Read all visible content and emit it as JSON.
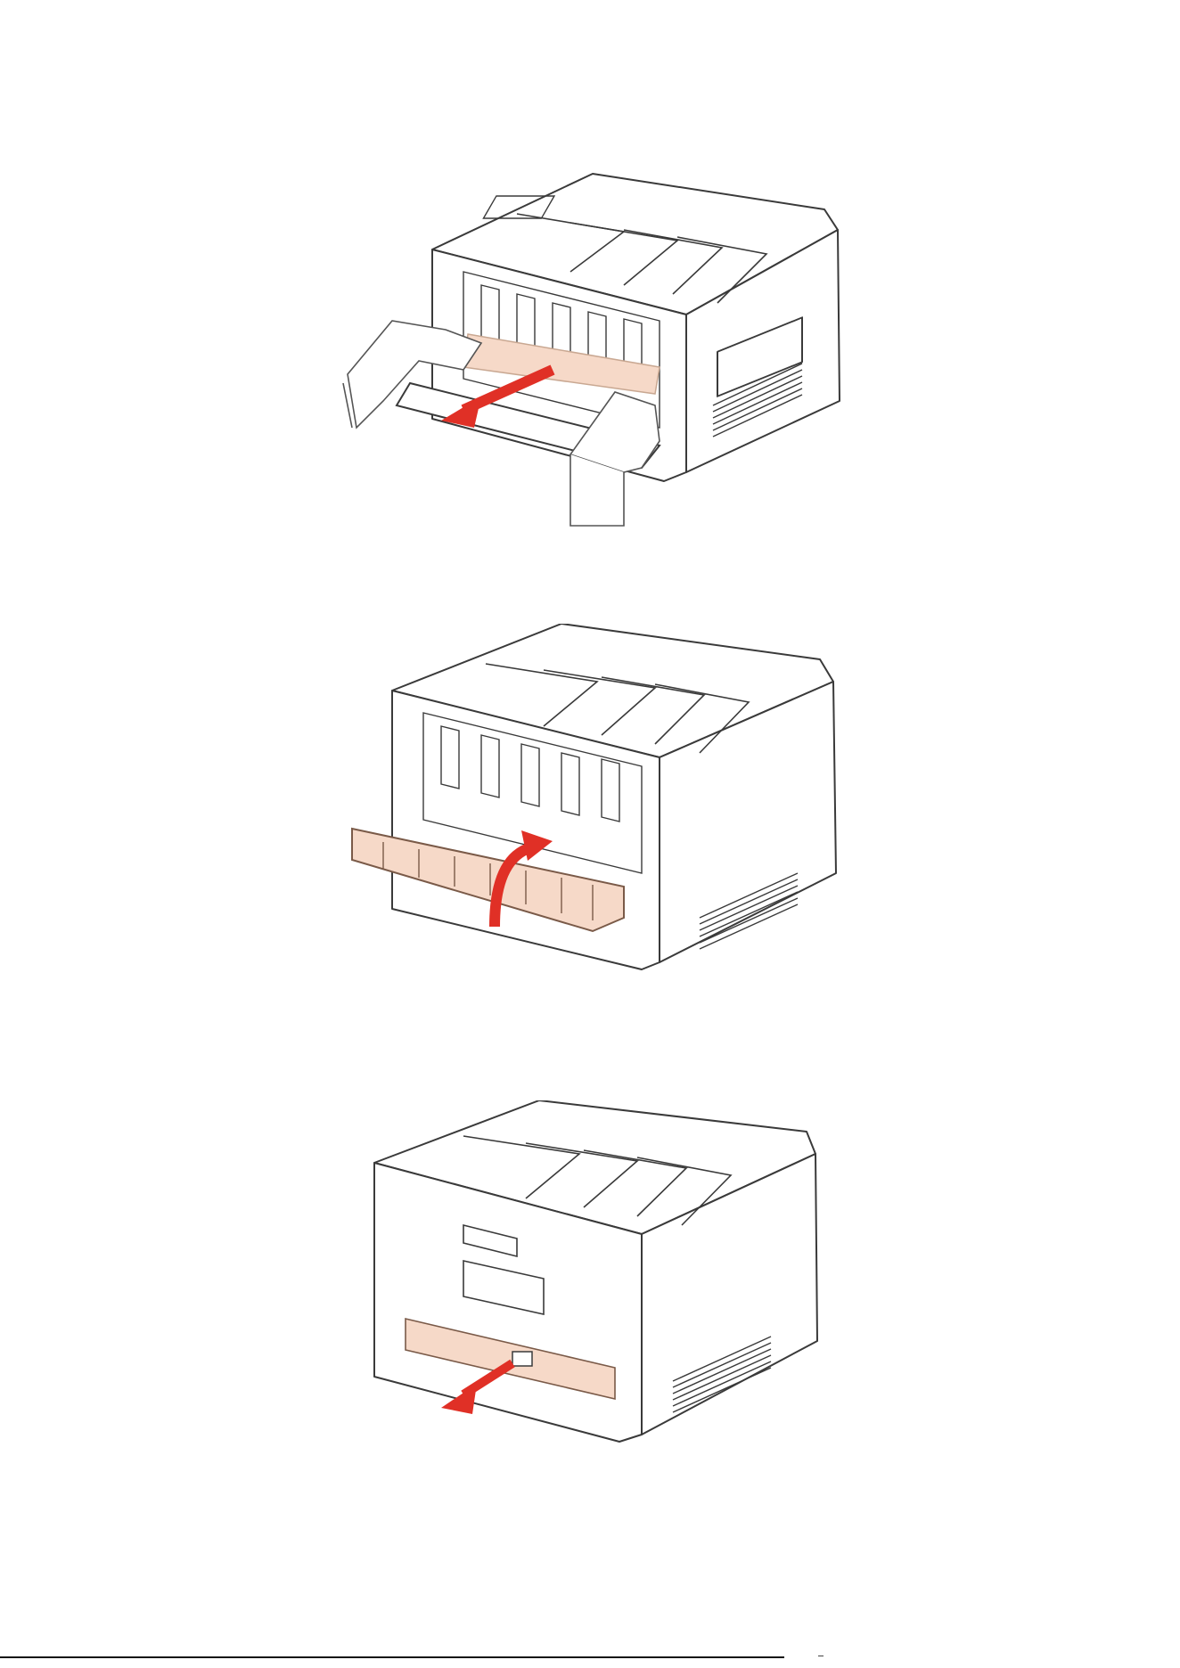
{
  "page": {
    "type": "printer-manual-illustrations",
    "figures": [
      {
        "id": "remove-jammed-paper-rear",
        "highlight_color": "#f6d9c8",
        "arrow_color": "#e03026"
      },
      {
        "id": "close-rear-duplex-tray",
        "highlight_color": "#f6d9c8",
        "arrow_color": "#e03026"
      },
      {
        "id": "pull-out-duplex-unit",
        "highlight_color": "#f6d9c8",
        "arrow_color": "#e03026"
      }
    ],
    "colors": {
      "line": "#3a3a3a",
      "body": "#ffffff",
      "highlight": "#f6d9c8",
      "arrow": "#e03026"
    }
  }
}
